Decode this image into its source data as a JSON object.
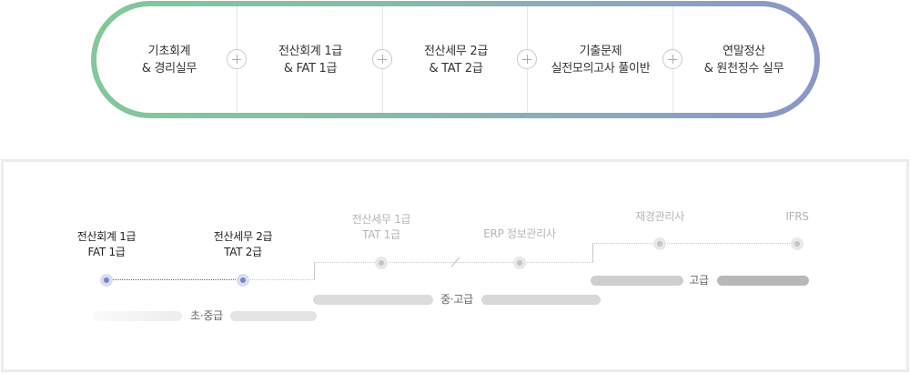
{
  "courses": [
    {
      "line1": "기초회계",
      "line2": "& 경리실무"
    },
    {
      "line1": "전산회계 1급",
      "line2": "& FAT 1급"
    },
    {
      "line1": "전산세무 2급",
      "line2": "& TAT 2급"
    },
    {
      "line1": "기출문제",
      "line2": "실전모의고사 풀이반"
    },
    {
      "line1": "연말정산",
      "line2": "& 원천징수 실무"
    }
  ],
  "roadmap": {
    "steps": [
      {
        "line1": "전산회계 1급",
        "line2": "FAT 1급"
      },
      {
        "line1": "전산세무 2급",
        "line2": "TAT 2급"
      },
      {
        "line1": "전산세무 1급",
        "line2": "TAT 1급"
      },
      {
        "line1": "ERP 정보관리사",
        "line2": ""
      },
      {
        "line1": "재경관리사",
        "line2": ""
      },
      {
        "line1": "IFRS",
        "line2": ""
      }
    ],
    "levels": {
      "beginner": "초·중급",
      "advanced": "중·고급",
      "expert": "고급"
    }
  },
  "colors": {
    "pill_start": "#82c89a",
    "pill_end": "#8b95c8",
    "active_dot": "#7485c8",
    "inactive_dot": "#c4c4c4"
  }
}
